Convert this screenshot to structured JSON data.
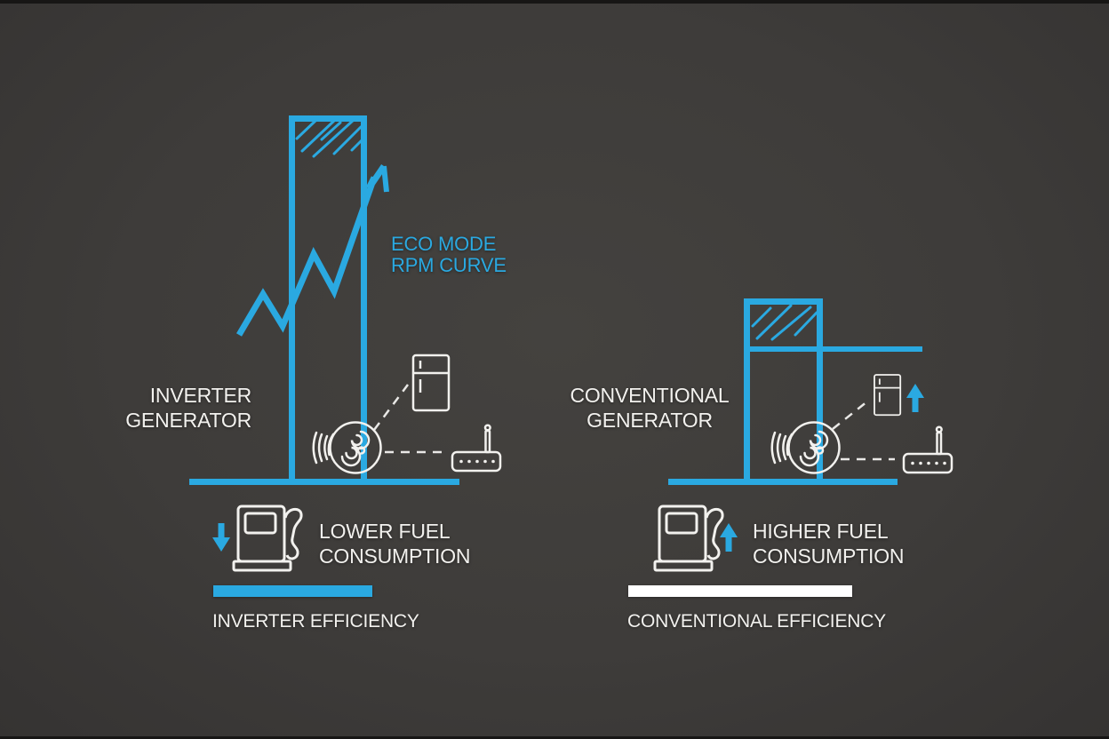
{
  "colors": {
    "background": "#3e3c3a",
    "accent_blue": "#2aa9e1",
    "line_white": "#f2f1ee",
    "inverter_efficiency_bar": "#2aa9e1",
    "conventional_efficiency_bar": "#ffffff"
  },
  "left_panel": {
    "generator_label": [
      "INVERTER",
      "GENERATOR"
    ],
    "rpm_label": [
      "ECO MODE",
      "RPM CURVE"
    ],
    "fuel_label": [
      "LOWER FUEL",
      "CONSUMPTION"
    ],
    "efficiency_label": "INVERTER EFFICIENCY",
    "fuel_trend": "down",
    "icons": [
      "down-arrow-icon",
      "fuel-pump-icon",
      "engine-icon",
      "fridge-icon",
      "router-icon",
      "eco-rpm-curve-arrow"
    ]
  },
  "right_panel": {
    "generator_label": [
      "CONVENTIONAL",
      "GENERATOR"
    ],
    "fuel_label": [
      "HIGHER FUEL",
      "CONSUMPTION"
    ],
    "efficiency_label": "CONVENTIONAL EFFICIENCY",
    "fuel_trend": "up",
    "icons": [
      "fuel-pump-icon",
      "up-arrow-icon",
      "engine-icon",
      "fridge-icon",
      "up-arrow-icon",
      "router-icon",
      "constant-rpm-line"
    ]
  }
}
